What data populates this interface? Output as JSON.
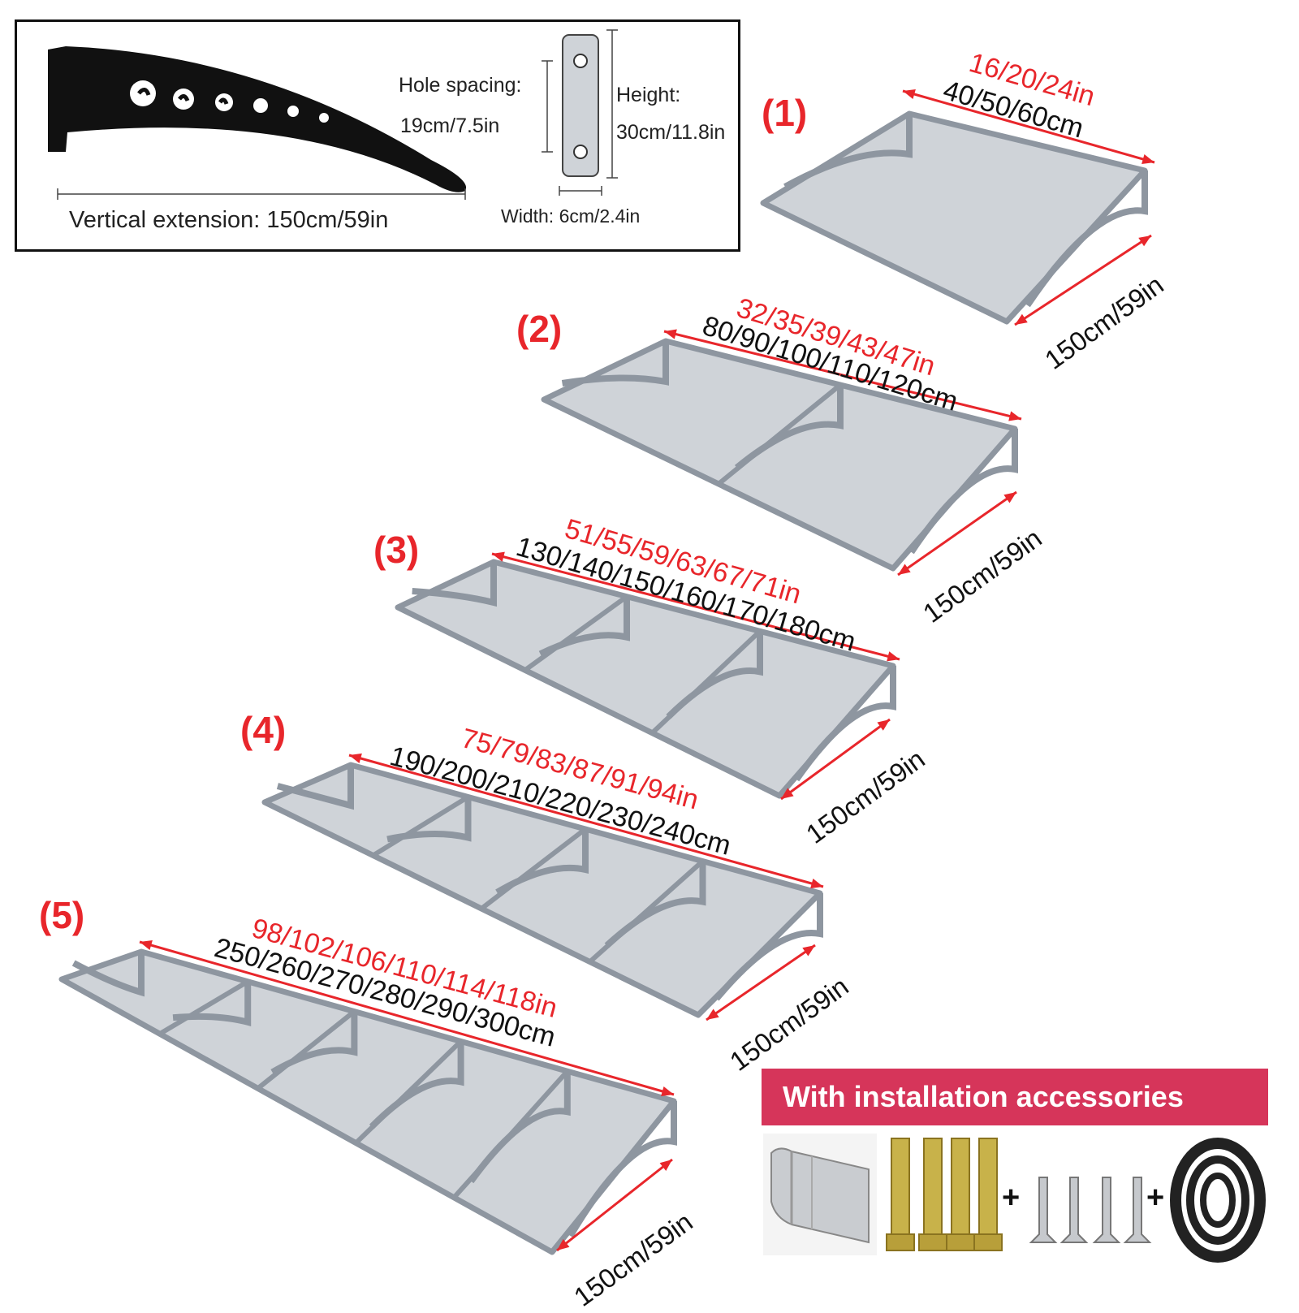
{
  "bracket_spec": {
    "hole_spacing_label": "Hole spacing:",
    "hole_spacing_value": "19cm/7.5in",
    "height_label": "Height:",
    "height_value": "30cm/11.8in",
    "width_value": "Width: 6cm/2.4in",
    "vertical_extension": "Vertical extension: 150cm/59in"
  },
  "awnings": [
    {
      "label": "(1)",
      "width_in": "16/20/24in",
      "width_cm": "40/50/60cm",
      "depth": "150cm/59in",
      "panels": 1
    },
    {
      "label": "(2)",
      "width_in": "32/35/39/43/47in",
      "width_cm": "80/90/100/110/120cm",
      "depth": "150cm/59in",
      "panels": 2
    },
    {
      "label": "(3)",
      "width_in": "51/55/59/63/67/71in",
      "width_cm": "130/140/150/160/170/180cm",
      "depth": "150cm/59in",
      "panels": 3
    },
    {
      "label": "(4)",
      "width_in": "75/79/83/87/91/94in",
      "width_cm": "190/200/210/220/230/240cm",
      "depth": "150cm/59in",
      "panels": 4
    },
    {
      "label": "(5)",
      "width_in": "98/102/106/110/114/118in",
      "width_cm": "250/260/270/280/290/300cm",
      "depth": "150cm/59in",
      "panels": 5
    }
  ],
  "accessories": {
    "title": "With installation accessories",
    "items": [
      "aluminium-rail",
      "expansion-bolts",
      "screws",
      "rubber-seal-strip"
    ],
    "plus": "+"
  },
  "colors": {
    "frame": "#8e96a0",
    "panel": "#cfd3d8",
    "accent_red": "#e8262b",
    "banner": "#d6355a"
  }
}
